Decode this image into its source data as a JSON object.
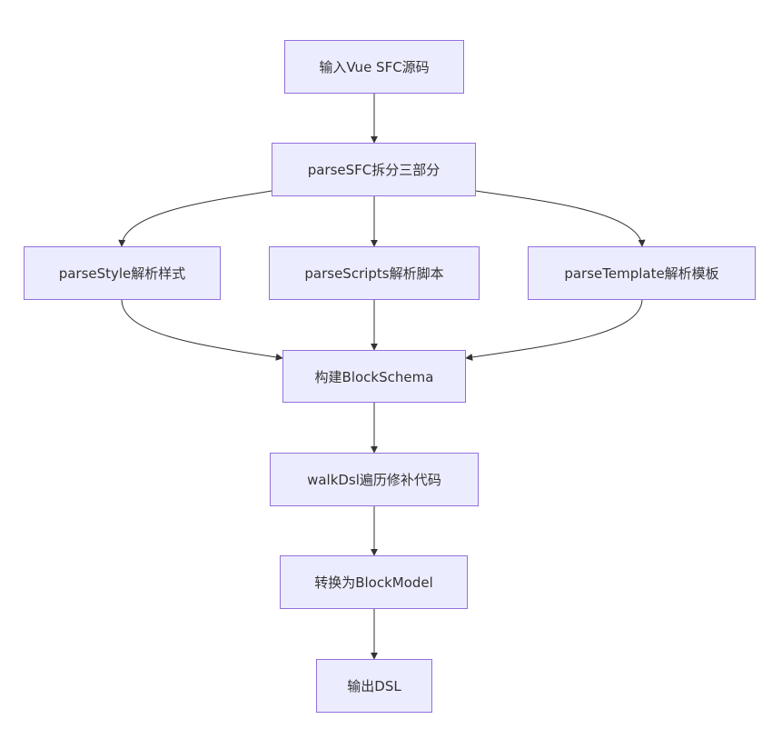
{
  "flowchart": {
    "nodes": {
      "input_source": "输入Vue SFC源码",
      "parse_sfc": "parseSFC拆分三部分",
      "parse_style": "parseStyle解析样式",
      "parse_scripts": "parseScripts解析脚本",
      "parse_template": "parseTemplate解析模板",
      "build_schema": "构建BlockSchema",
      "walk_dsl": "walkDsl遍历修补代码",
      "convert_model": "转换为BlockModel",
      "output_dsl": "输出DSL"
    },
    "edges": [
      {
        "from": "input_source",
        "to": "parse_sfc"
      },
      {
        "from": "parse_sfc",
        "to": "parse_style"
      },
      {
        "from": "parse_sfc",
        "to": "parse_scripts"
      },
      {
        "from": "parse_sfc",
        "to": "parse_template"
      },
      {
        "from": "parse_style",
        "to": "build_schema"
      },
      {
        "from": "parse_scripts",
        "to": "build_schema"
      },
      {
        "from": "parse_template",
        "to": "build_schema"
      },
      {
        "from": "build_schema",
        "to": "walk_dsl"
      },
      {
        "from": "walk_dsl",
        "to": "convert_model"
      },
      {
        "from": "convert_model",
        "to": "output_dsl"
      }
    ],
    "colors": {
      "node_fill": "#ECECFF",
      "node_border": "#9370DB",
      "edge": "#333333",
      "text": "#333333"
    }
  }
}
